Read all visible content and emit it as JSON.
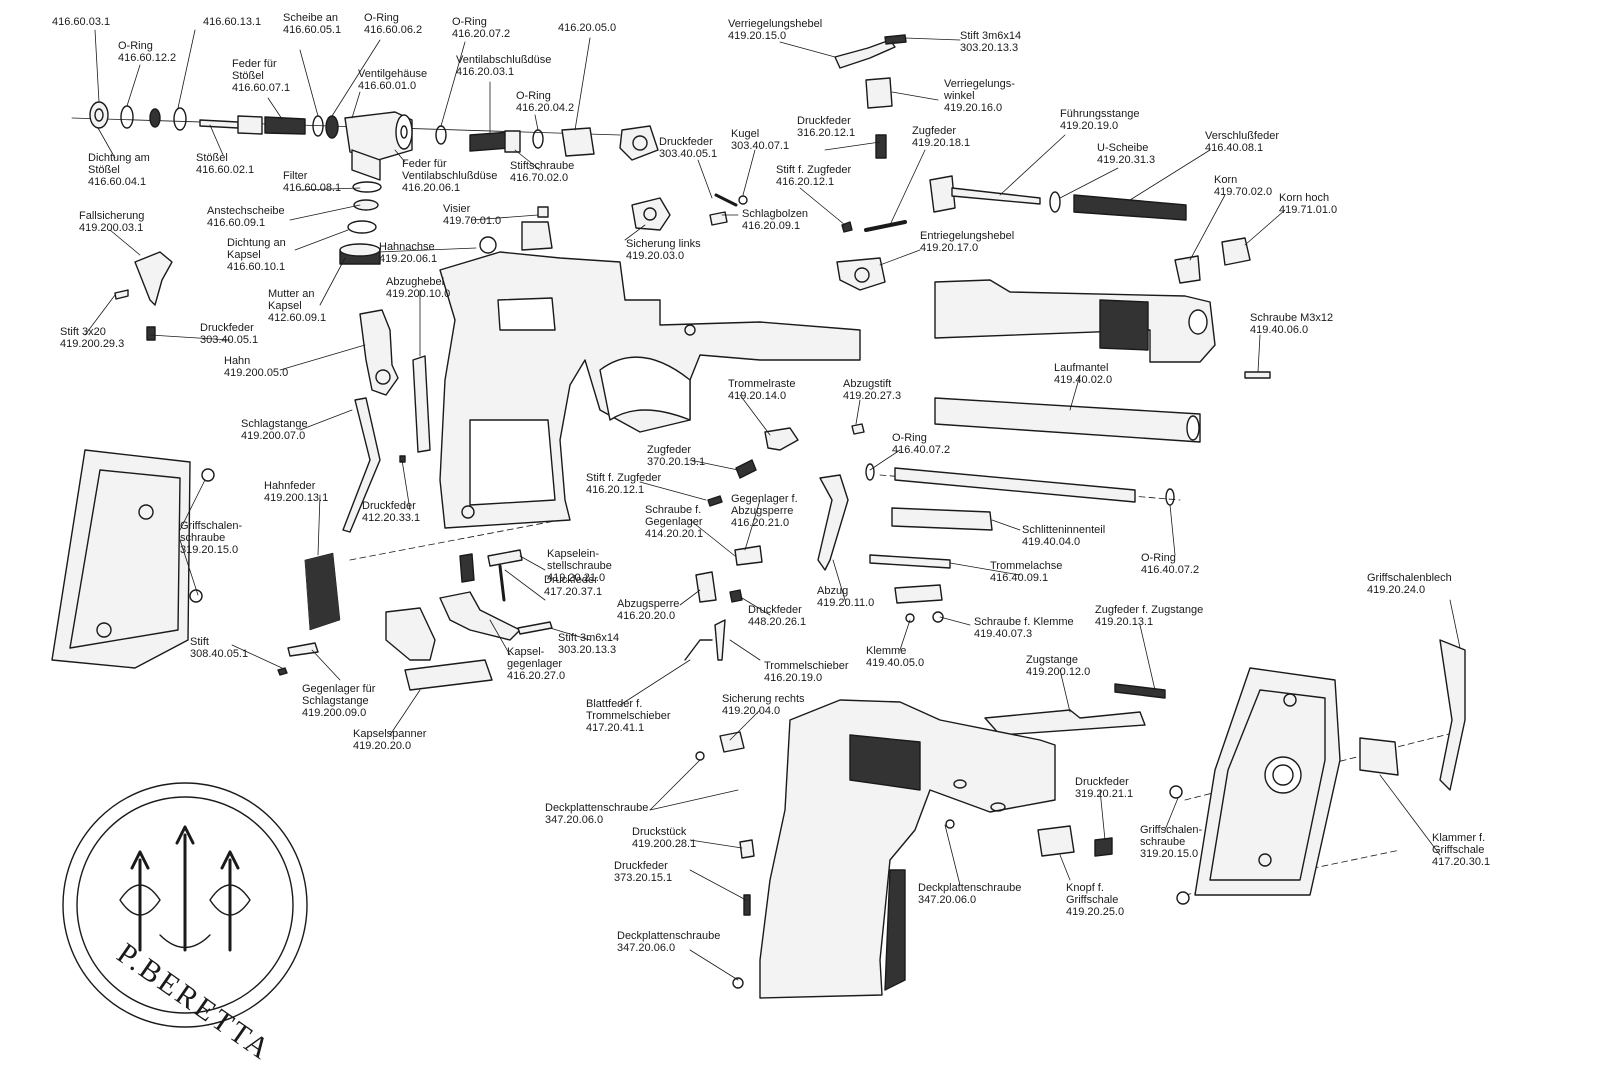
{
  "colors": {
    "ink": "#1a1a1a",
    "paper": "#ffffff",
    "fill": "#f3f3f3",
    "dark": "#333333"
  },
  "logo": {
    "text": "P.BERETTA",
    "icon": "three-arrows-emblem"
  },
  "parts": [
    {
      "id": "p01",
      "name": "",
      "number": "416.60.03.1"
    },
    {
      "id": "p02",
      "name": "",
      "number": "416.60.13.1"
    },
    {
      "id": "p03",
      "name": "Scheibe an",
      "number": "416.60.05.1"
    },
    {
      "id": "p04",
      "name": "O-Ring",
      "number": "416.60.06.2"
    },
    {
      "id": "p05",
      "name": "O-Ring",
      "number": "416.20.07.2"
    },
    {
      "id": "p06",
      "name": "",
      "number": "416.20.05.0"
    },
    {
      "id": "p07",
      "name": "Verriegelungshebel",
      "number": "419.20.15.0"
    },
    {
      "id": "p08",
      "name": "Stift 3m6x14",
      "number": "303.20.13.3"
    },
    {
      "id": "p09",
      "name": "O-Ring",
      "number": "416.60.12.2"
    },
    {
      "id": "p10",
      "name": "Feder für\nStößel",
      "number": "416.60.07.1"
    },
    {
      "id": "p11",
      "name": "Ventilgehäuse",
      "number": "416.60.01.0"
    },
    {
      "id": "p12",
      "name": "Ventilabschlußdüse",
      "number": "416.20.03.1"
    },
    {
      "id": "p13",
      "name": "O-Ring",
      "number": "416.20.04.2"
    },
    {
      "id": "p14",
      "name": "Verriegelungs-\nwinkel",
      "number": "419.20.16.0"
    },
    {
      "id": "p15",
      "name": "Führungsstange",
      "number": "419.20.19.0"
    },
    {
      "id": "p16",
      "name": "Verschlußfeder",
      "number": "416.40.08.1"
    },
    {
      "id": "p17",
      "name": "Druckfeder",
      "number": "316.20.12.1"
    },
    {
      "id": "p18",
      "name": "Zugfeder",
      "number": "419.20.18.1"
    },
    {
      "id": "p19",
      "name": "Dichtung am\nStößel",
      "number": "416.60.04.1"
    },
    {
      "id": "p20",
      "name": "Stößel",
      "number": "416.60.02.1"
    },
    {
      "id": "p21",
      "name": "Feder für\nVentilabschlußdüse",
      "number": "416.20.06.1"
    },
    {
      "id": "p22",
      "name": "Stiftschraube",
      "number": "416.70.02.0"
    },
    {
      "id": "p23",
      "name": "Druckfeder",
      "number": "303.40.05.1"
    },
    {
      "id": "p24",
      "name": "Kugel",
      "number": "303.40.07.1"
    },
    {
      "id": "p25",
      "name": "U-Scheibe",
      "number": "419.20.31.3"
    },
    {
      "id": "p26",
      "name": "Filter",
      "number": "416.60.08.1"
    },
    {
      "id": "p27",
      "name": "Stift f. Zugfeder",
      "number": "416.20.12.1"
    },
    {
      "id": "p28",
      "name": "Korn",
      "number": "419.70.02.0"
    },
    {
      "id": "p29",
      "name": "Korn hoch",
      "number": "419.71.01.0"
    },
    {
      "id": "p30",
      "name": "Anstechscheibe",
      "number": "416.60.09.1"
    },
    {
      "id": "p31",
      "name": "Visier",
      "number": "419.70.01.0"
    },
    {
      "id": "p32",
      "name": "Schlagbolzen",
      "number": "416.20.09.1"
    },
    {
      "id": "p33",
      "name": "Fallsicherung",
      "number": "419.200.03.1"
    },
    {
      "id": "p34",
      "name": "Dichtung an\nKapsel",
      "number": "416.60.10.1"
    },
    {
      "id": "p35",
      "name": "Hahnachse",
      "number": "419.20.06.1"
    },
    {
      "id": "p36",
      "name": "Sicherung links",
      "number": "419.20.03.0"
    },
    {
      "id": "p37",
      "name": "Entriegelungshebel",
      "number": "419.20.17.0"
    },
    {
      "id": "p38",
      "name": "Abzughebel",
      "number": "419.200.10.0"
    },
    {
      "id": "p39",
      "name": "Mutter an\nKapsel",
      "number": "412.60.09.1"
    },
    {
      "id": "p40",
      "name": "Schraube M3x12",
      "number": "419.40.06.0"
    },
    {
      "id": "p41",
      "name": "Stift 3x20",
      "number": "419.200.29.3"
    },
    {
      "id": "p42",
      "name": "Druckfeder",
      "number": "303.40.05.1"
    },
    {
      "id": "p43",
      "name": "Hahn",
      "number": "419.200.05.0"
    },
    {
      "id": "p44",
      "name": "Laufmantel",
      "number": "419.40.02.0"
    },
    {
      "id": "p45",
      "name": "Trommelraste",
      "number": "419.20.14.0"
    },
    {
      "id": "p46",
      "name": "Abzugstift",
      "number": "419.20.27.3"
    },
    {
      "id": "p47",
      "name": "Schlagstange",
      "number": "419.200.07.0"
    },
    {
      "id": "p48",
      "name": "O-Ring",
      "number": "416.40.07.2"
    },
    {
      "id": "p49",
      "name": "Zugfeder",
      "number": "370.20.13.1"
    },
    {
      "id": "p50",
      "name": "Stift f. Zugfeder",
      "number": "416.20.12.1"
    },
    {
      "id": "p51",
      "name": "Gegenlager f.\nAbzugsperre",
      "number": "416.20.21.0"
    },
    {
      "id": "p52",
      "name": "Hahnfeder",
      "number": "419.200.13.1"
    },
    {
      "id": "p53",
      "name": "Druckfeder",
      "number": "412.20.33.1"
    },
    {
      "id": "p54",
      "name": "Griffschalen-\nschraube",
      "number": "319.20.15.0"
    },
    {
      "id": "p55",
      "name": "Schraube f.\nGegenlager",
      "number": "414.20.20.1"
    },
    {
      "id": "p56",
      "name": "Schlitteninnenteil",
      "number": "419.40.04.0"
    },
    {
      "id": "p57",
      "name": "Kapselein-\nstellschraube",
      "number": "419.20.21.0"
    },
    {
      "id": "p58",
      "name": "O-Ring",
      "number": "416.40.07.2"
    },
    {
      "id": "p59",
      "name": "Trommelachse",
      "number": "416.40.09.1"
    },
    {
      "id": "p60",
      "name": "Druckfeder",
      "number": "417.20.37.1"
    },
    {
      "id": "p61",
      "name": "Abzugsperre",
      "number": "416.20.20.0"
    },
    {
      "id": "p62",
      "name": "Druckfeder",
      "number": "448.20.26.1"
    },
    {
      "id": "p63",
      "name": "Abzug",
      "number": "419.20.11.0"
    },
    {
      "id": "p64",
      "name": "Griffschalenblech",
      "number": "419.20.24.0"
    },
    {
      "id": "p65",
      "name": "Schraube f. Klemme",
      "number": "419.40.07.3"
    },
    {
      "id": "p66",
      "name": "Zugfeder f. Zugstange",
      "number": "419.20.13.1"
    },
    {
      "id": "p67",
      "name": "Stift 3m6x14",
      "number": "303.20.13.3"
    },
    {
      "id": "p68",
      "name": "Stift",
      "number": "308.40.05.1"
    },
    {
      "id": "p69",
      "name": "Klemme",
      "number": "419.40.05.0"
    },
    {
      "id": "p70",
      "name": "Kapsel-\ngegenlager",
      "number": "416.20.27.0"
    },
    {
      "id": "p71",
      "name": "Trommelschieber",
      "number": "416.20.19.0"
    },
    {
      "id": "p72",
      "name": "Zugstange",
      "number": "419.200.12.0"
    },
    {
      "id": "p73",
      "name": "Gegenlager für\nSchlagstange",
      "number": "419.200.09.0"
    },
    {
      "id": "p74",
      "name": "Blattfeder f.\nTrommelschieber",
      "number": "417.20.41.1"
    },
    {
      "id": "p75",
      "name": "Sicherung rechts",
      "number": "419.20.04.0"
    },
    {
      "id": "p76",
      "name": "Kapselspanner",
      "number": "419.20.20.0"
    },
    {
      "id": "p77",
      "name": "Druckfeder",
      "number": "319.20.21.1"
    },
    {
      "id": "p78",
      "name": "Deckplattenschraube",
      "number": "347.20.06.0"
    },
    {
      "id": "p79",
      "name": "Druckstück",
      "number": "419.200.28.1"
    },
    {
      "id": "p80",
      "name": "Griffschalen-\nschraube",
      "number": "319.20.15.0"
    },
    {
      "id": "p81",
      "name": "Druckfeder",
      "number": "373.20.15.1"
    },
    {
      "id": "p82",
      "name": "Deckplattenschraube",
      "number": "347.20.06.0"
    },
    {
      "id": "p83",
      "name": "Knopf f.\nGriffschale",
      "number": "419.20.25.0"
    },
    {
      "id": "p84",
      "name": "Klammer f.\nGriffschale",
      "number": "417.20.30.1"
    },
    {
      "id": "p85",
      "name": "Deckplattenschraube",
      "number": "347.20.06.0"
    }
  ]
}
